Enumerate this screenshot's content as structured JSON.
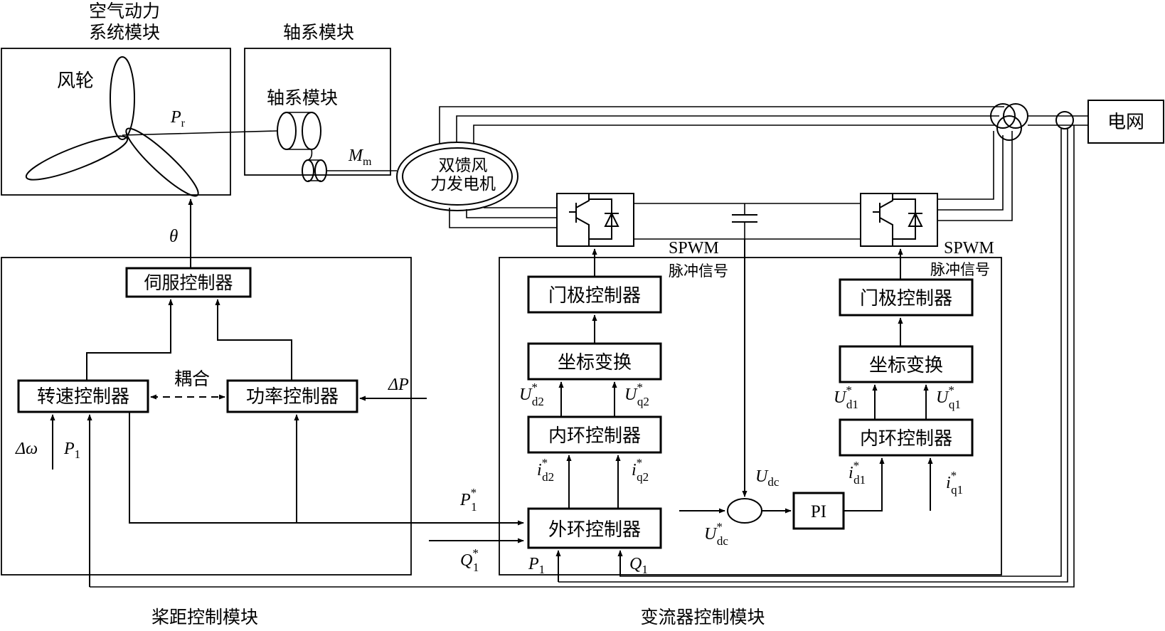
{
  "modules": {
    "aero_title_line1": "空气动力",
    "aero_title_line2": "系统模块",
    "shaft_title": "轴系模块",
    "pitch_title": "桨距控制模块",
    "converter_title": "变流器控制模块"
  },
  "aero": {
    "rotor_label": "风轮"
  },
  "shaft": {
    "inner_label": "轴系模块"
  },
  "generator": {
    "line1": "双馈风",
    "line2": "力发电机"
  },
  "grid": {
    "label": "电网"
  },
  "pitch_blocks": {
    "servo": "伺服控制器",
    "speed": "转速控制器",
    "power": "功率控制器",
    "coupling": "耦合"
  },
  "converter_blocks": {
    "gate_left": "门极控制器",
    "coord_left": "坐标变换",
    "inner_left": "内环控制器",
    "outer": "外环控制器",
    "gate_right": "门极控制器",
    "coord_right": "坐标变换",
    "inner_right": "内环控制器",
    "pi": "PI"
  },
  "signals": {
    "spwm_left": "SPWM",
    "pulse_left": "脉冲信号",
    "spwm_right": "SPWM",
    "pulse_right": "脉冲信号",
    "pr_main": "P",
    "pr_sub": "r",
    "mm_main": "M",
    "mm_sub": "m",
    "theta": "θ",
    "dp": "ΔP",
    "domega": "Δω",
    "p1_left_main": "P",
    "p1_left_sub": "1",
    "p1star_main": "P",
    "p1star_sub": "1",
    "p1star_sup": "*",
    "q1star_main": "Q",
    "q1star_sub": "1",
    "q1star_sup": "*",
    "p1_bottom_main": "P",
    "p1_bottom_sub": "1",
    "q1_bottom_main": "Q",
    "q1_bottom_sub": "1",
    "ud2_main": "U",
    "ud2_sub": "d2",
    "ud2_sup": "*",
    "uq2_main": "U",
    "uq2_sub": "q2",
    "uq2_sup": "*",
    "id2_main": "i",
    "id2_sub": "d2",
    "id2_sup": "*",
    "iq2_main": "i",
    "iq2_sub": "q2",
    "iq2_sup": "*",
    "ud1_main": "U",
    "ud1_sub": "d1",
    "ud1_sup": "*",
    "uq1_main": "U",
    "uq1_sub": "q1",
    "uq1_sup": "*",
    "id1_main": "i",
    "id1_sub": "d1",
    "id1_sup": "*",
    "iq1_main": "i",
    "iq1_sub": "q1",
    "iq1_sup": "*",
    "udc_main": "U",
    "udc_sub": "dc",
    "udcstar_main": "U",
    "udcstar_sub": "dc",
    "udcstar_sup": "*"
  }
}
